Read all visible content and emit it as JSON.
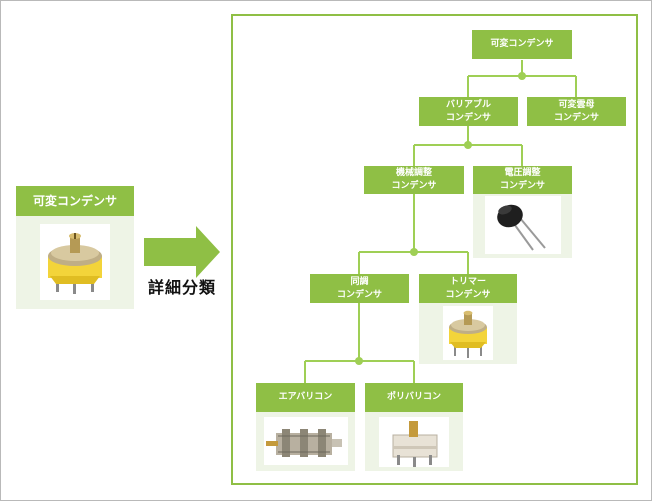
{
  "source": {
    "title": "可変コンデンサ"
  },
  "arrow_label": "詳細分類",
  "tree": {
    "root": "可変コンデンサ",
    "level1": [
      "バリアブル\nコンデンサ",
      "可変雲母\nコンデンサ"
    ],
    "level2": [
      "機械調整\nコンデンサ",
      "電圧調整\nコンデンサ"
    ],
    "level3": [
      "同調\nコンデンサ",
      "トリマー\nコンデンサ"
    ],
    "level4": [
      "エアバリコン",
      "ポリバリコン"
    ]
  },
  "colors": {
    "accent": "#8fbf45",
    "card_bg": "#eef4e6",
    "connector": "#9fcf55"
  }
}
